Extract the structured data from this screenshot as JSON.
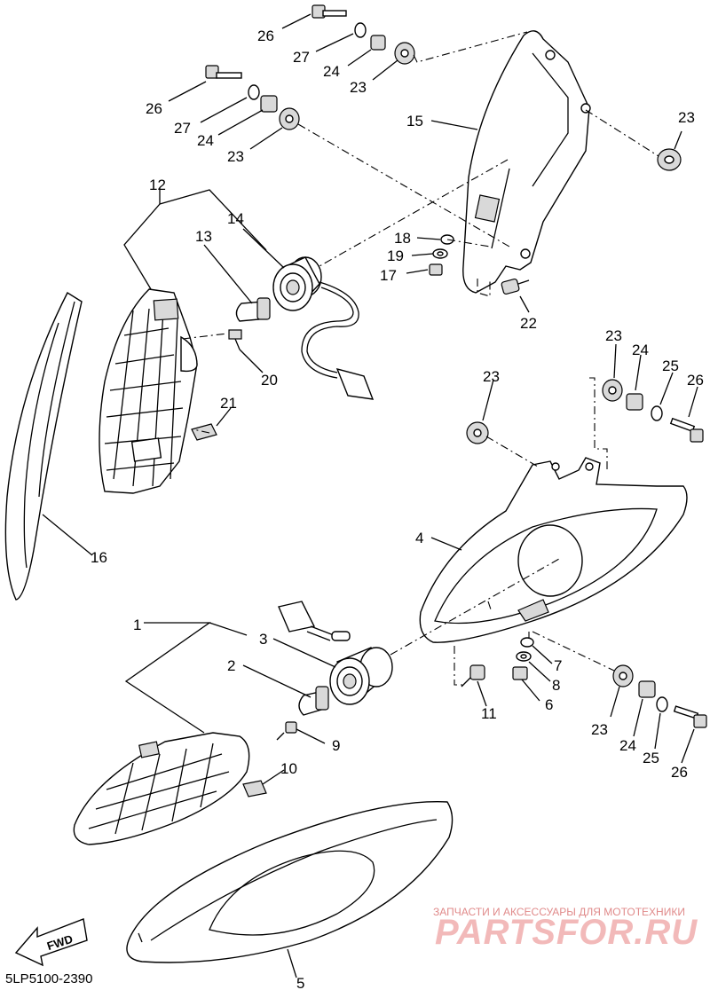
{
  "diagram_code": "5LP5100-2390",
  "watermark": {
    "tagline": "ЗАПЧАСТИ И АКСЕССУАРЫ ДЛЯ МОТОТЕХНИКИ",
    "brand": "PARTSFOR.RU"
  },
  "fwd_label": "FWD",
  "callouts": [
    {
      "id": "c26a",
      "text": "26"
    },
    {
      "id": "c27a",
      "text": "27"
    },
    {
      "id": "c24a",
      "text": "24"
    },
    {
      "id": "c23a",
      "text": "23"
    },
    {
      "id": "c26b",
      "text": "26"
    },
    {
      "id": "c27b",
      "text": "27"
    },
    {
      "id": "c24b",
      "text": "24"
    },
    {
      "id": "c23b",
      "text": "23"
    },
    {
      "id": "c15",
      "text": "15"
    },
    {
      "id": "c23c",
      "text": "23"
    },
    {
      "id": "c12",
      "text": "12"
    },
    {
      "id": "c13",
      "text": "13"
    },
    {
      "id": "c14",
      "text": "14"
    },
    {
      "id": "c18",
      "text": "18"
    },
    {
      "id": "c19",
      "text": "19"
    },
    {
      "id": "c17",
      "text": "17"
    },
    {
      "id": "c22",
      "text": "22"
    },
    {
      "id": "c20",
      "text": "20"
    },
    {
      "id": "c21",
      "text": "21"
    },
    {
      "id": "c16",
      "text": "16"
    },
    {
      "id": "c23d",
      "text": "23"
    },
    {
      "id": "c24c",
      "text": "24"
    },
    {
      "id": "c25a",
      "text": "25"
    },
    {
      "id": "c26c",
      "text": "26"
    },
    {
      "id": "c23e",
      "text": "23"
    },
    {
      "id": "c4",
      "text": "4"
    },
    {
      "id": "c1",
      "text": "1"
    },
    {
      "id": "c3",
      "text": "3"
    },
    {
      "id": "c2",
      "text": "2"
    },
    {
      "id": "c7",
      "text": "7"
    },
    {
      "id": "c8",
      "text": "8"
    },
    {
      "id": "c6",
      "text": "6"
    },
    {
      "id": "c11",
      "text": "11"
    },
    {
      "id": "c23f",
      "text": "23"
    },
    {
      "id": "c24d",
      "text": "24"
    },
    {
      "id": "c25b",
      "text": "25"
    },
    {
      "id": "c26d",
      "text": "26"
    },
    {
      "id": "c9",
      "text": "9"
    },
    {
      "id": "c10",
      "text": "10"
    },
    {
      "id": "c5",
      "text": "5"
    }
  ]
}
